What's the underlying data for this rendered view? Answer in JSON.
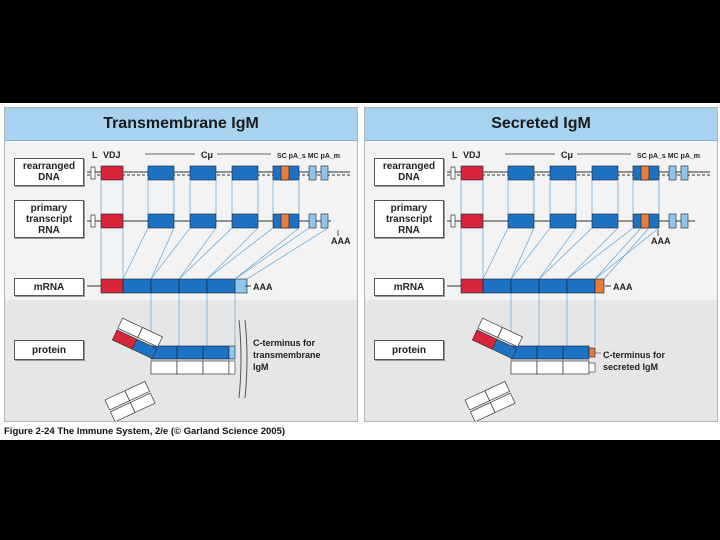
{
  "caption": "Figure 2-24 The Immune System, 2/e (© Garland Science 2005)",
  "colors": {
    "header": "#a8d3f0",
    "exon": "#1e72c4",
    "vdj": "#d9253a",
    "exon_light": "#8fc7ec",
    "tail": "#e87a3c"
  },
  "panels": [
    {
      "title": "Transmembrane IgM",
      "labels": {
        "dna": "rearranged\nDNA",
        "transcript": "primary\ntranscript\nRNA",
        "mrna": "mRNA",
        "protein": "protein"
      },
      "gene_labels": {
        "l": "L",
        "vdj": "VDJ",
        "c": "Cμ",
        "sites": "SC pA_s MC pA_m"
      },
      "polya_transcript": "AAA",
      "polya_mrna": "AAA",
      "terminus": "C-terminus for\ntransmembrane\nIgM"
    },
    {
      "title": "Secreted IgM",
      "labels": {
        "dna": "rearranged\nDNA",
        "transcript": "primary\ntranscript\nRNA",
        "mrna": "mRNA",
        "protein": "protein"
      },
      "gene_labels": {
        "l": "L",
        "vdj": "VDJ",
        "c": "Cμ",
        "sites": "SC pA_s MC pA_m"
      },
      "polya_transcript": "AAA",
      "polya_mrna": "AAA",
      "terminus": "C-terminus for\nsecreted IgM"
    }
  ]
}
